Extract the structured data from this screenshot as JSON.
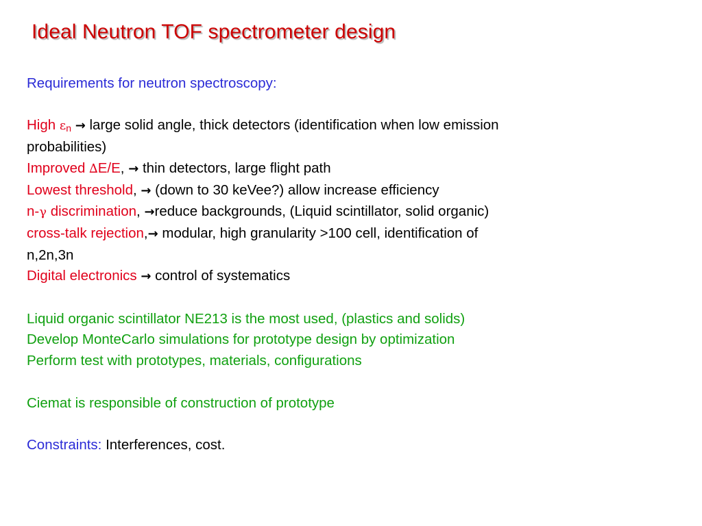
{
  "title": "Ideal Neutron TOF spectrometer design",
  "requirements_heading": "Requirements for neutron spectroscopy:",
  "arrow": "→",
  "req1": {
    "label": "High",
    "eps": "ε",
    "eps_sub": "n",
    "text": " large solid angle, thick detectors (identification when low emission",
    "text_cont": "probabilities)"
  },
  "req2": {
    "label": "Improved ",
    "delta": "∆",
    "label2": "E/E",
    "comma": ", ",
    "text": " thin detectors, large flight path"
  },
  "req3": {
    "label": "Lowest threshold",
    "comma": ", ",
    "text": " (down to 30 keVee?) allow increase efficiency"
  },
  "req4": {
    "label_a": "n-",
    "gamma": "γ",
    "label_b": " discrimination",
    "comma": ", ",
    "text": "reduce backgrounds, (Liquid scintillator, solid organic)"
  },
  "req5": {
    "label": "cross-talk rejection",
    "comma": ",",
    "text": " modular, high granularity >100 cell, identification of",
    "text_cont": "n,2n,3n"
  },
  "req6": {
    "label": "Digital electronics",
    "text": " control of systematics"
  },
  "green_lines": [
    "Liquid organic scintillator NE213 is the most used, (plastics and solids)",
    "Develop MonteCarlo simulations for prototype design by optimization",
    "Perform test with prototypes, materials, configurations"
  ],
  "ciemat_line": "Ciemat is responsible of construction of prototype",
  "constraints": {
    "label": "Constraints:",
    "text": " Interferences, cost."
  }
}
